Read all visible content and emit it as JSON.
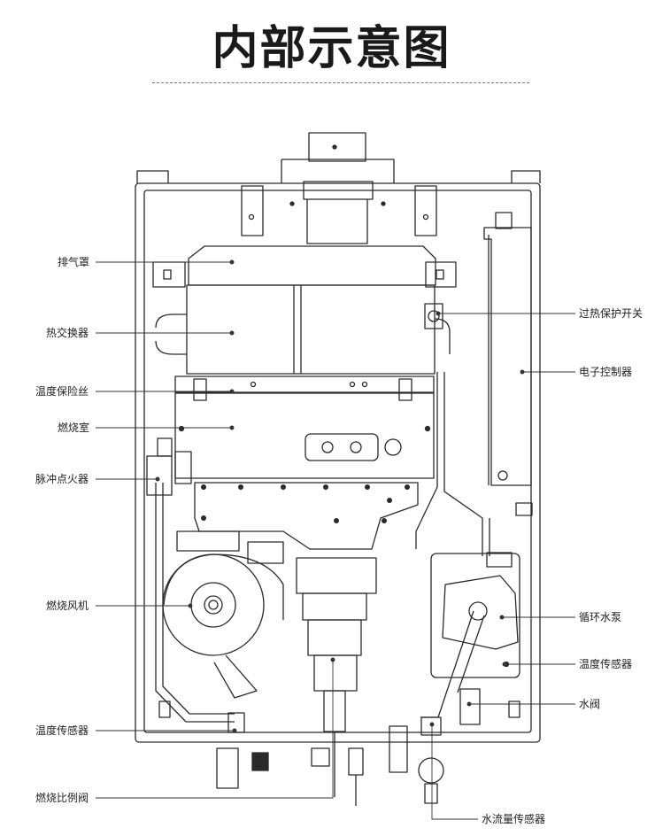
{
  "title": "内部示意图",
  "labels": {
    "exhaust_hood": "排气罩",
    "heat_exchanger": "热交换器",
    "thermal_fuse": "温度保险丝",
    "combustion_chamber": "燃烧室",
    "pulse_igniter": "脉冲点火器",
    "combustion_fan": "燃烧风机",
    "temp_sensor_left": "温度传感器",
    "proportional_valve": "燃烧比例阀",
    "overheat_switch": "过热保护开关",
    "controller": "电子控制器",
    "circulation_pump": "循环水泵",
    "temp_sensor_right": "温度传感器",
    "water_valve": "水阀",
    "flow_sensor": "水流量传感器"
  }
}
